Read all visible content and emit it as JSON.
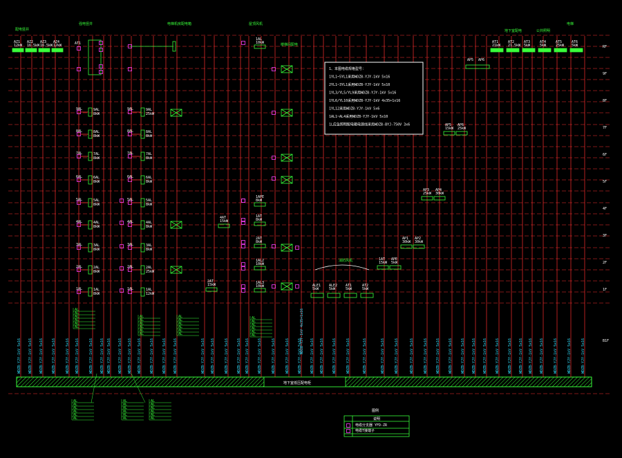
{
  "colors": {
    "background": "#000000",
    "floor_line": "#ff3030",
    "riser": "#ff3030",
    "panel": "#39ff3a",
    "breaker": "#ff40ff",
    "label": "#ffffff",
    "cable_label": "#30e0ff",
    "busbar_hatch": "#39ff3a"
  },
  "floors": [
    "RF",
    "9F",
    "8F",
    "7F",
    "6F",
    "5F",
    "4F",
    "3F",
    "2F",
    "1F"
  ],
  "floor_basement": "B1F",
  "busbar_title": "地下室低压配电柜",
  "legend": {
    "title": "图例",
    "header": "说明",
    "rows": [
      {
        "symbol": "breaker-symbol",
        "text": "电缆分支器 YFD-ZR"
      },
      {
        "symbol": "junction-symbol",
        "text": "电缆T接端子"
      }
    ]
  },
  "note": {
    "lines": [
      "1、本图电缆规格型号：",
      "1YL1~5YL1采用WDZB-YJY-1kV 5x16",
      "2YL1~3YL1采用WDZB-YJY-1kV 5x10",
      "1YL3/YL5/YL9采用WDZB-YJY-1kV 5x16",
      "1YL6/YL10采用WDZB-YJY-1kV 4x35+1x16",
      "1YL12采用WDZB-YJY-1kV 5x6",
      "1AL1~AL4采用WDZB-YJY-1kV 5x10",
      "1L应急照明配电箱电源线采用WDZB-BYJ-750V 3x6"
    ]
  },
  "top_left_boxes": [
    {
      "id": "AZ1",
      "rating": "12kW"
    },
    {
      "id": "AZ2",
      "rating": "16.5kW"
    },
    {
      "id": "AZ3",
      "rating": "16.5kW"
    },
    {
      "id": "AZ4",
      "rating": "12kW"
    }
  ],
  "top_right_boxes": [
    {
      "id": "AT1",
      "rating": "21kW"
    },
    {
      "id": "AT2",
      "rating": "21.5kW"
    },
    {
      "id": "AT3",
      "rating": "5kW"
    },
    {
      "id": "AT4",
      "rating": "5kW"
    },
    {
      "id": "AT5",
      "rating": "25kW"
    },
    {
      "id": "AT6",
      "rating": "5kW"
    }
  ],
  "group_titles": [
    "配电竖井",
    "强电竖井",
    "电梯机房配电箱",
    "屋顶风机",
    "楼梯间配电",
    "地下室配电",
    "公共照明",
    "电梯",
    "消防风机"
  ],
  "col1_boxes": [
    {
      "id": "9AL",
      "rating": "8kW"
    },
    {
      "id": "8AL",
      "rating": "8kW"
    },
    {
      "id": "7AL",
      "rating": "8kW"
    },
    {
      "id": "6AL",
      "rating": "8kW"
    },
    {
      "id": "5AL",
      "rating": "8kW"
    },
    {
      "id": "4AL",
      "rating": "8kW"
    },
    {
      "id": "3AL",
      "rating": "8kW"
    },
    {
      "id": "2AL",
      "rating": "8kW"
    },
    {
      "id": "1AL",
      "rating": "8kW"
    }
  ],
  "col2_boxes": [
    {
      "id": "9AL",
      "rating": "25kW"
    },
    {
      "id": "8AL",
      "rating": "8kW"
    },
    {
      "id": "7AL",
      "rating": "8kW"
    },
    {
      "id": "6AL",
      "rating": "8kW"
    },
    {
      "id": "5AL",
      "rating": "8kW"
    },
    {
      "id": "4AL",
      "rating": "8kW"
    },
    {
      "id": "3AL",
      "rating": "8kW"
    },
    {
      "id": "2AL",
      "rating": "25kW"
    },
    {
      "id": "1AL",
      "rating": "12kW"
    }
  ],
  "mid_boxes": [
    {
      "id": "4AT",
      "rating": "15kW"
    },
    {
      "id": "2AT",
      "rating": "15kW"
    },
    {
      "id": "1AT",
      "rating": "15kW"
    },
    {
      "id": "APE",
      "rating": "5kW"
    },
    {
      "id": "AP1",
      "rating": "30kW"
    },
    {
      "id": "AP2",
      "rating": "30kW"
    },
    {
      "id": "AP3",
      "rating": "25kW"
    },
    {
      "id": "AP4",
      "rating": "30kW"
    },
    {
      "id": "AP5",
      "rating": "15kW"
    },
    {
      "id": "AP6",
      "rating": "25kW"
    }
  ],
  "bottom_boxes": [
    {
      "id": "ALE1",
      "rating": "5kW"
    },
    {
      "id": "ALE2",
      "rating": "5kW"
    },
    {
      "id": "AT1",
      "rating": "5kW"
    },
    {
      "id": "AT2",
      "rating": "5kW"
    }
  ],
  "shaft_boxes": [
    {
      "id": "1AL",
      "rating": "10kW"
    },
    {
      "id": "1APE",
      "rating": "8kW"
    },
    {
      "id": "1AT",
      "rating": "8kW"
    },
    {
      "id": "2AT",
      "rating": "8kW"
    },
    {
      "id": "1AL2",
      "rating": "10kW"
    },
    {
      "id": "1AL3",
      "rating": "10kW"
    }
  ],
  "cable_label_text": "WDZB-YJY-1kV 5x16",
  "bottom_cable_text": "WDZB-YJY-1kV 4x35+1x16",
  "small_label": "AL"
}
